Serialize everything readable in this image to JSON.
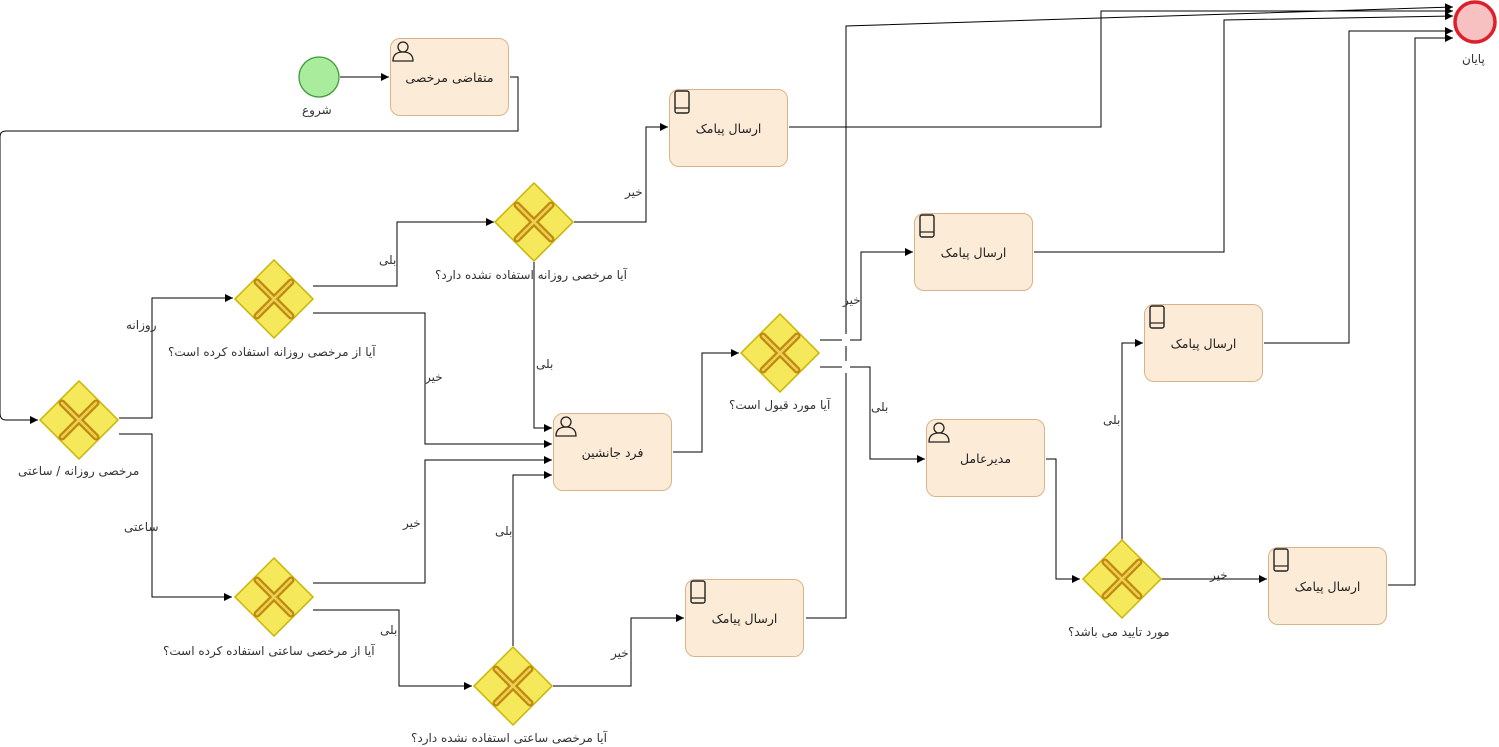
{
  "events": {
    "start_label": "شروع",
    "end_label": "پایان"
  },
  "tasks": {
    "requester": "متقاضی مرخصی",
    "sms_top": "ارسال پیامک",
    "sms_mid": "ارسال پیامک",
    "sms_right_mid": "ارسال پیامک",
    "sms_right_low": "ارسال پیامک",
    "sms_bottom": "ارسال پیامک",
    "substitute": "فرد جانشین",
    "manager": "مدیرعامل"
  },
  "gateways": {
    "type_question": "مرخصی روزانه / ساعتی",
    "daily_used": "آیا از مرخصی روزانه استفاده کرده است؟",
    "daily_unused": "آیا مرخصی روزانه استفاده نشده دارد؟",
    "hourly_used": "آیا از مرخصی ساعتی استفاده کرده است؟",
    "hourly_unused": "آیا مرخصی ساعتی استفاده نشده دارد؟",
    "accepted": "آیا مورد قبول است؟",
    "approved": "مورد تایید می باشد؟"
  },
  "edges": {
    "daily": "روزانه",
    "hourly": "ساعتی",
    "yes_1": "بلی",
    "yes_2": "بلی",
    "yes_3": "بلی",
    "yes_4": "بلی",
    "yes_5": "بلی",
    "yes_6": "بلی",
    "no_1": "خیر",
    "no_2": "خیر",
    "no_3": "خیر",
    "no_4": "خیر",
    "no_5": "خیر",
    "no_6": "خیر"
  },
  "colors": {
    "task_fill": "#fcecd7",
    "task_border": "#d9b48a",
    "gateway_fill": "#f5e85a",
    "gateway_border": "#c9b400",
    "gateway_cross": "#c08a10",
    "start_fill": "#a8ec9c",
    "end_fill": "#f7c1c1",
    "end_border": "#dd1f2c"
  }
}
